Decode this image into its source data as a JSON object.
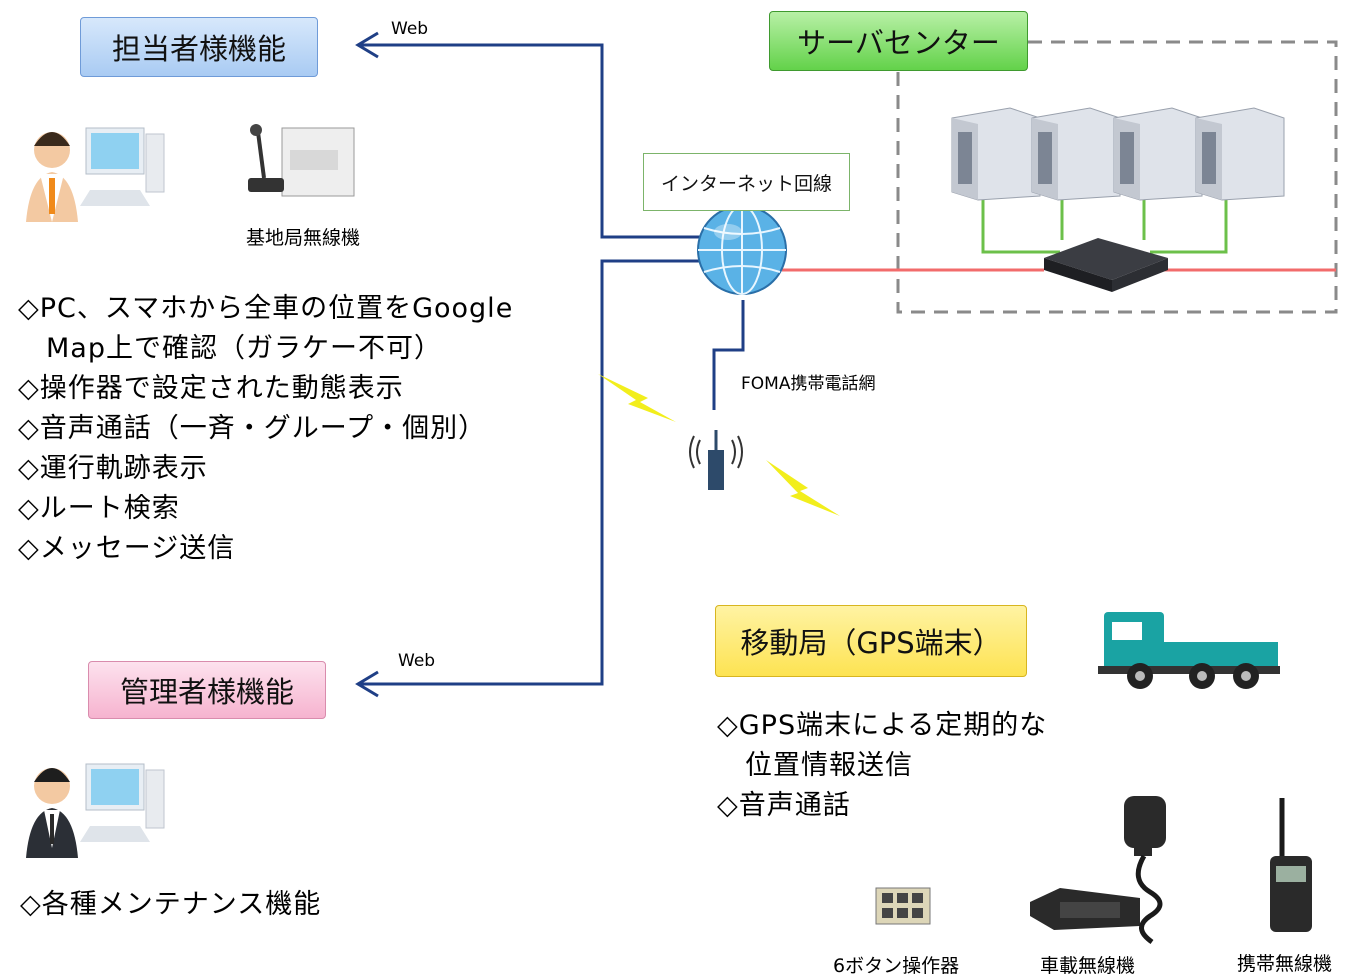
{
  "boxes": {
    "tantou": "担当者様機能",
    "server": "サーバセンター",
    "kanri": "管理者様機能",
    "idou": "移動局（GPS端末）",
    "internet": "インターネット回線"
  },
  "labels": {
    "web_top": "Web",
    "web_bottom": "Web",
    "foma": "FOMA携帯電話網",
    "base_radio": "基地局無線機",
    "btn6": "6ボタン操作器",
    "car_radio": "車載無線機",
    "portable_radio": "携帯無線機"
  },
  "tantou_features": [
    "◇PC、スマホから全車の位置をGoogle",
    "　Map上で確認（ガラケー不可）",
    "◇操作器で設定された動態表示",
    "◇音声通話（一斉・グループ・個別）",
    "◇運行軌跡表示",
    "◇ルート検索",
    "◇メッセージ送信"
  ],
  "idou_features": [
    "◇GPS端末による定期的な",
    "　位置情報送信",
    "◇音声通話"
  ],
  "kanri_features": [
    "◇各種メンテナンス機能"
  ],
  "colors": {
    "line_blue": "#1f3f86",
    "line_red": "#f26b6b",
    "line_green": "#6cc04a",
    "dash_gray": "#8a8a8a",
    "lightning": "#f2ee1c"
  }
}
